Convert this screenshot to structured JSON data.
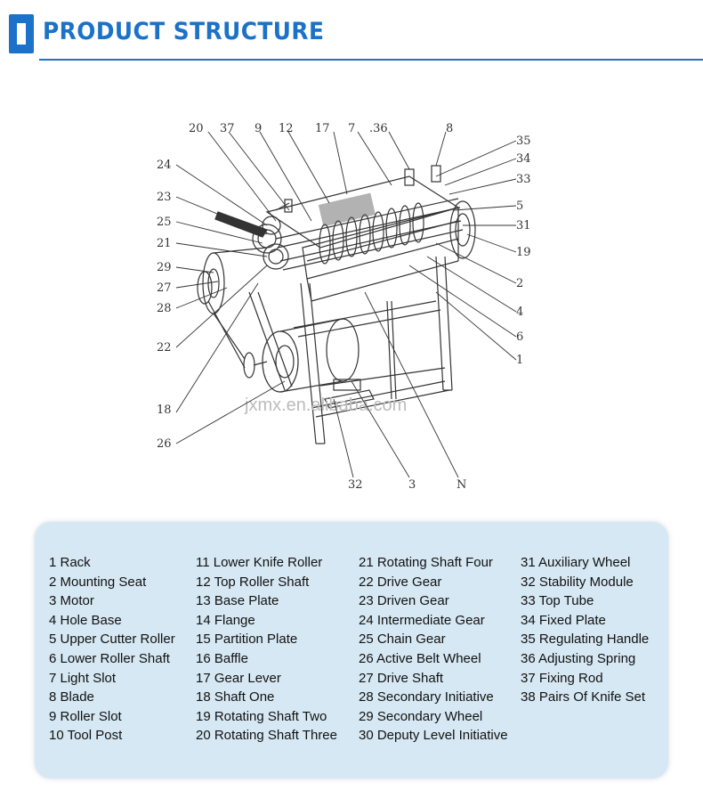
{
  "header": {
    "title": "PRODUCT STRUCTURE",
    "accent_color": "#1b72c8"
  },
  "diagram": {
    "watermark": "jxmx.en.alibaba.com",
    "callouts": [
      "20",
      "37",
      "9",
      "12",
      "17",
      "7",
      ".36",
      "8",
      "35",
      "34",
      "33",
      "5",
      "31",
      "19",
      "2",
      "4",
      "6",
      "1",
      "N",
      "3",
      "32",
      "26",
      "18",
      "22",
      "28",
      "27",
      "29",
      "21",
      "25",
      "23",
      "24"
    ]
  },
  "legend": {
    "columns": [
      [
        "1 Rack",
        "2 Mounting Seat",
        "3 Motor",
        "4 Hole Base",
        "5 Upper Cutter Roller",
        "6 Lower Roller Shaft",
        "7 Light Slot",
        "8 Blade",
        "9 Roller Slot",
        "10 Tool Post"
      ],
      [
        "11 Lower Knife Roller",
        "12 Top Roller Shaft",
        "13 Base Plate",
        "14 Flange",
        "15 Partition Plate",
        "16 Baffle",
        "17 Gear Lever",
        "18 Shaft One",
        "19 Rotating Shaft Two",
        "20 Rotating Shaft Three"
      ],
      [
        "21 Rotating Shaft Four",
        "22 Drive Gear",
        "23 Driven Gear",
        "24 Intermediate Gear",
        "25 Chain Gear",
        "26 Active Belt Wheel",
        "27 Drive Shaft",
        "28 Secondary Initiative",
        "29 Secondary Wheel",
        "30 Deputy Level Initiative"
      ],
      [
        "31 Auxiliary Wheel",
        "32 Stability Module",
        "33 Top Tube",
        "34 Fixed Plate",
        "35 Regulating Handle",
        "36 Adjusting Spring",
        "37 Fixing Rod",
        "38 Pairs Of Knife Set"
      ]
    ]
  }
}
